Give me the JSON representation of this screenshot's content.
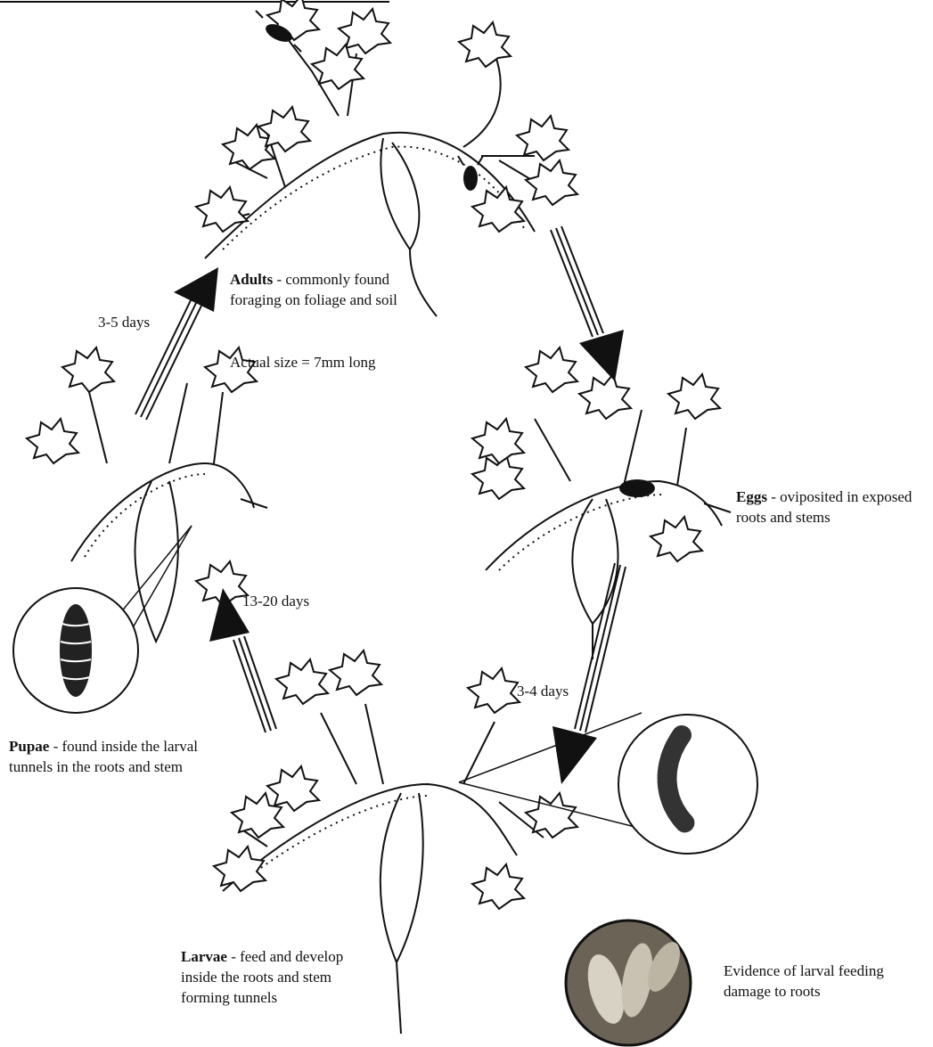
{
  "stages": {
    "adults": {
      "name": "Adults",
      "desc": " - commonly found foraging on foliage and soil",
      "note": "Actual size = 7mm long"
    },
    "eggs": {
      "name": "Eggs",
      "desc": " - oviposited in exposed roots and stems"
    },
    "larvae": {
      "name": "Larvae",
      "desc": " - feed and develop inside the roots and stem forming tunnels"
    },
    "pupae": {
      "name": "Pupae",
      "desc": " - found inside the larval tunnels in the roots and stem"
    }
  },
  "durations": {
    "adults_to_eggs": "",
    "eggs_to_larvae": "3-4 days",
    "larvae_to_pupae": "13-20 days",
    "pupae_to_adults": "3-5 days"
  },
  "photo_caption": "Evidence of larval feeding damage to roots",
  "colors": {
    "ink": "#111111",
    "paper": "#ffffff",
    "photo": "#6b6356"
  }
}
